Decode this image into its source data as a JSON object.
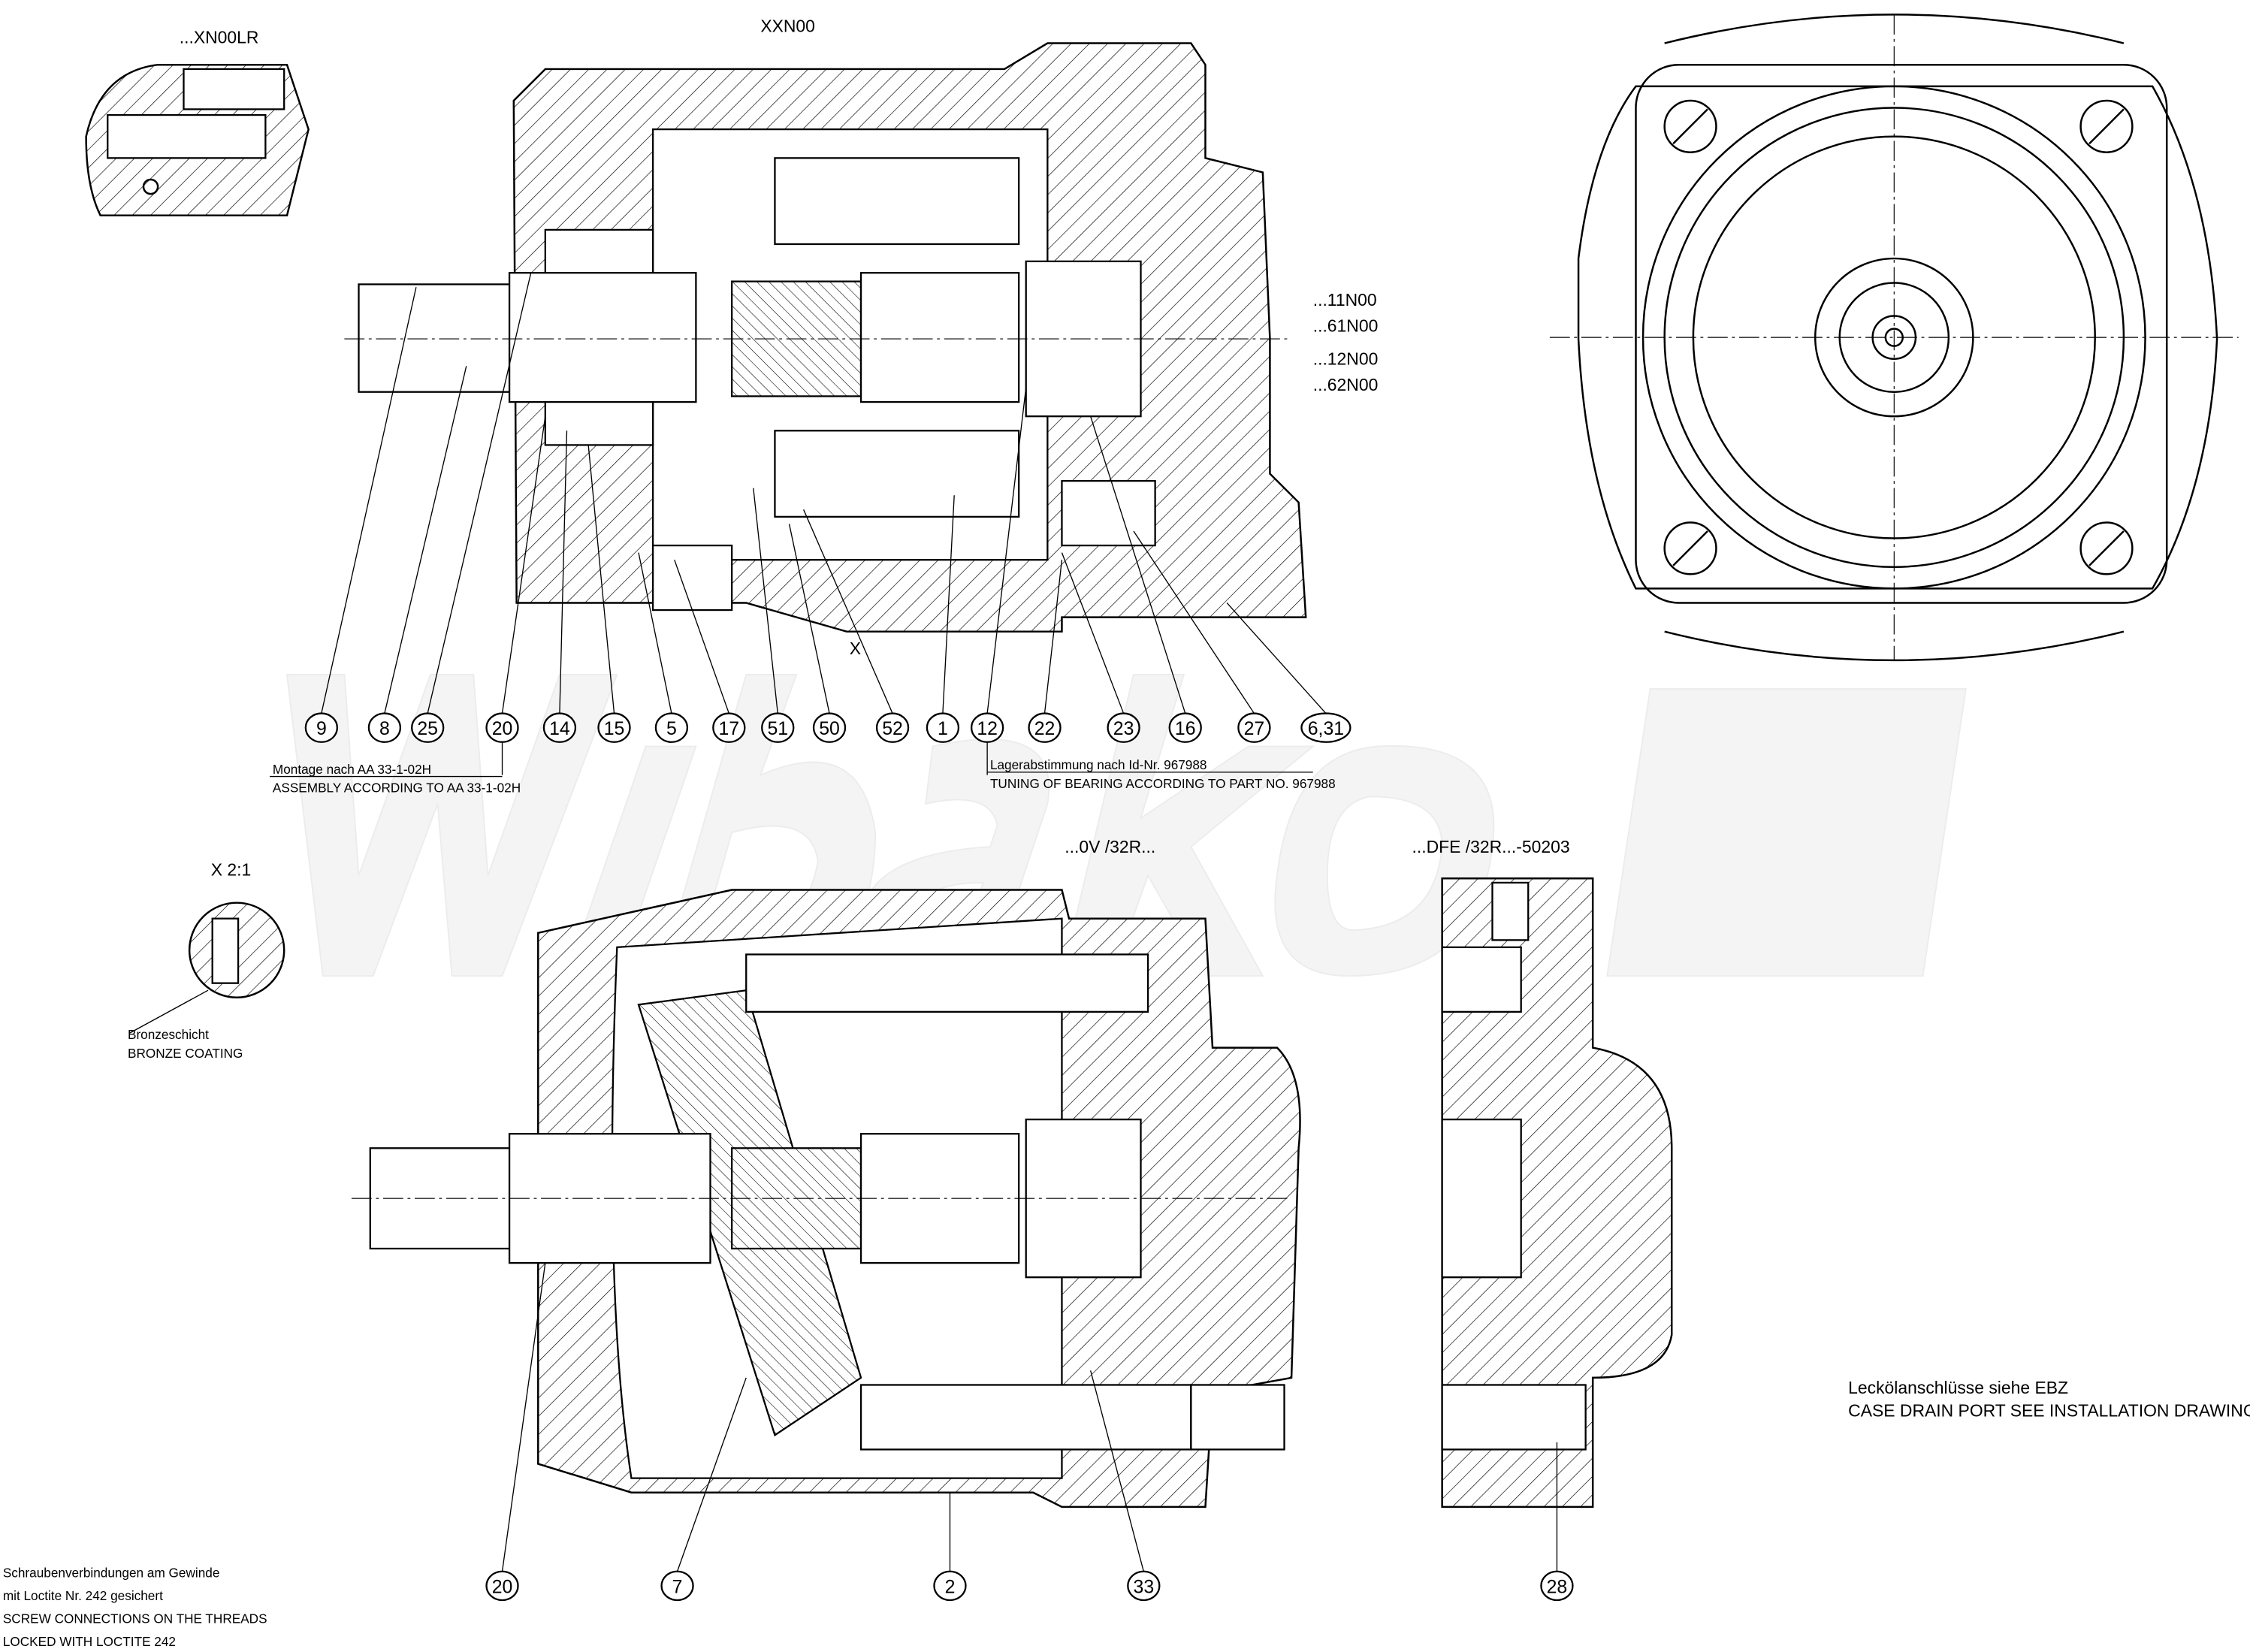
{
  "views": {
    "detail_top_left": "...XN00LR",
    "main_section": "XXN00",
    "variants": [
      "...11N00",
      "...61N00",
      "...12N00",
      "...62N00"
    ],
    "section_marker": "X",
    "detail_scale": "X 2:1",
    "lower_section": "...0V /32R...",
    "lower_right_section": "...DFE /32R...-50203"
  },
  "balloons_top": [
    "9",
    "8",
    "25",
    "20",
    "14",
    "15",
    "5",
    "17",
    "51",
    "50",
    "52",
    "1",
    "12",
    "22",
    "23",
    "16",
    "27",
    "6,31"
  ],
  "balloons_bottom": [
    "20",
    "7",
    "2",
    "33",
    "28"
  ],
  "notes": {
    "assembly_de": "Montage nach AA 33-1-02H",
    "assembly_en": "ASSEMBLY ACCORDING TO AA 33-1-02H",
    "bearing_de": "Lagerabstimmung nach Id-Nr. 967988",
    "bearing_en": "TUNING OF BEARING ACCORDING TO PART NO. 967988",
    "bronze_de": "Bronzeschicht",
    "bronze_en": "BRONZE COATING",
    "drain_de": "Leckölanschlüsse siehe EBZ",
    "drain_en": "CASE DRAIN PORT SEE INSTALLATION DRAWING",
    "screw_lines": [
      "Schraubenverbindungen am Gewinde",
      "mit Loctite Nr. 242 gesichert",
      "SCREW CONNECTIONS ON THE THREADS",
      "LOCKED WITH LOCTITE 242"
    ]
  },
  "watermark": "Wibako"
}
